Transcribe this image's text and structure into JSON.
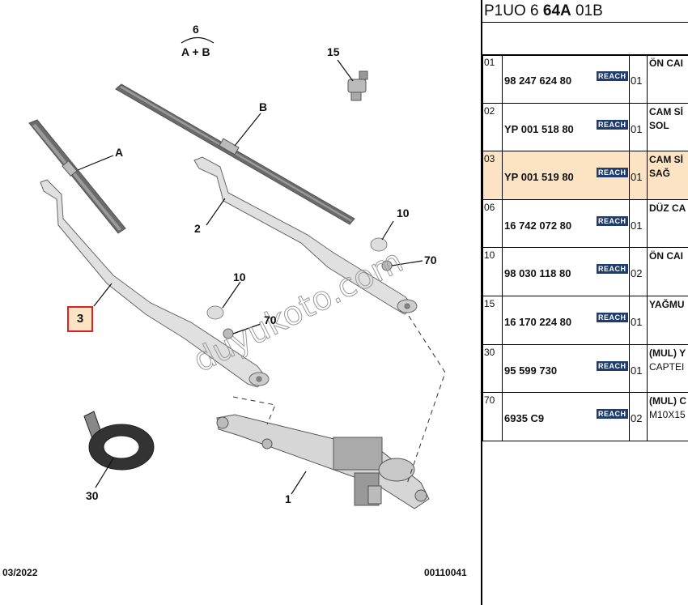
{
  "diagram": {
    "callouts": {
      "c6": "6",
      "cAB": "A + B",
      "c15": "15",
      "cB": "B",
      "cA": "A",
      "c2": "2",
      "c10a": "10",
      "c70a": "70",
      "c10b": "10",
      "c70b": "70",
      "c3": "3",
      "c30": "30",
      "c1": "1"
    },
    "watermark": "duyukoto.com",
    "date": "03/2022",
    "code": "00110041"
  },
  "panel": {
    "header_prefix": "P1UO 6 ",
    "header_bold": "64A",
    "header_suffix": " 01B",
    "badge": "REACH",
    "rows": [
      {
        "num": "01",
        "ref": "98 247 624 80",
        "qty": "01",
        "desc": "ÖN CAI",
        "desc2": ""
      },
      {
        "num": "02",
        "ref": "YP 001 518 80",
        "qty": "01",
        "desc": "CAM Sİ",
        "desc2": "SOL"
      },
      {
        "num": "03",
        "ref": "YP 001 519 80",
        "qty": "01",
        "desc": "CAM Sİ",
        "desc2": "SAĞ"
      },
      {
        "num": "06",
        "ref": "16 742 072 80",
        "qty": "01",
        "desc": "DÜZ CA",
        "desc2": ""
      },
      {
        "num": "10",
        "ref": "98 030 118 80",
        "qty": "02",
        "desc": "ÖN CAI",
        "desc2": ""
      },
      {
        "num": "15",
        "ref": "16 170 224 80",
        "qty": "01",
        "desc": "YAĞMU",
        "desc2": ""
      },
      {
        "num": "30",
        "ref": "95 599 730",
        "qty": "01",
        "desc": "(MUL) Y",
        "desc2": "CAPTEI"
      },
      {
        "num": "70",
        "ref": "6935 C9",
        "qty": "02",
        "desc": "(MUL) C",
        "desc2": "M10X15"
      }
    ],
    "selected_row": "03"
  },
  "colors": {
    "highlight": "#fbe3c4",
    "selected_border": "#d22222",
    "reach_badge": "#1e3d6e"
  }
}
